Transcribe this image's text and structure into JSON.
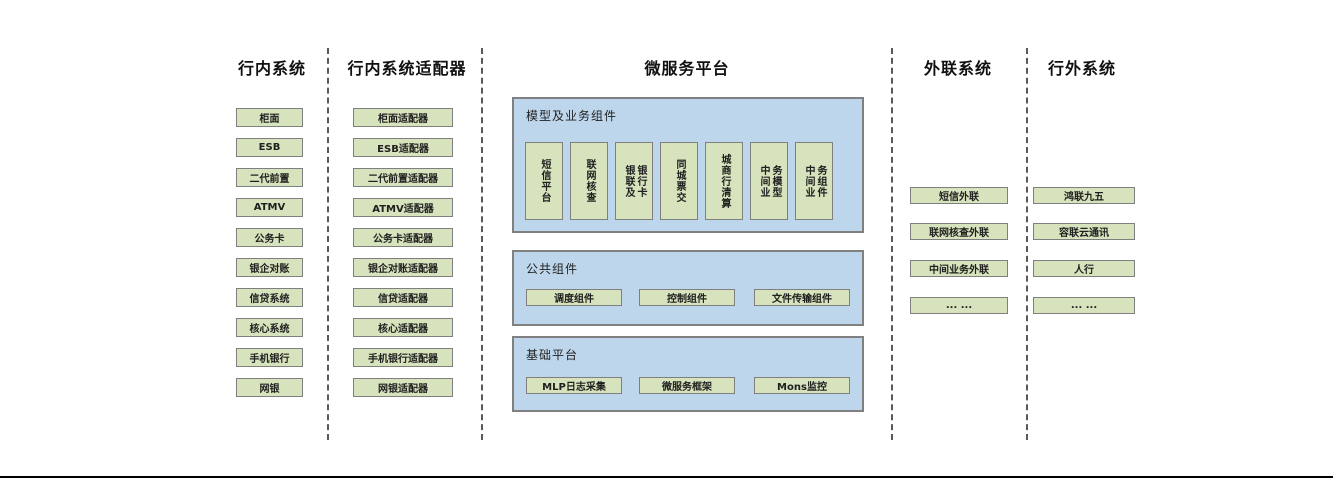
{
  "diagram": {
    "columns": [
      {
        "title": "行内系统",
        "items": [
          "柜面",
          "ESB",
          "二代前置",
          "ATMV",
          "公务卡",
          "银企对账",
          "信贷系统",
          "核心系统",
          "手机银行",
          "网银"
        ]
      },
      {
        "title": "行内系统适配器",
        "items": [
          "柜面适配器",
          "ESB适配器",
          "二代前置适配器",
          "ATMV适配器",
          "公务卡适配器",
          "银企对账适配器",
          "信贷适配器",
          "核心适配器",
          "手机银行适配器",
          "网银适配器"
        ]
      },
      {
        "title": "微服务平台",
        "groups": [
          {
            "title": "模型及业务组件",
            "items": [
              "短信平台",
              "联网核查",
              "银联及\n银行卡",
              "同城票交",
              "城商行清算",
              "中间业\n务模型",
              "中间业\n务组件"
            ]
          },
          {
            "title": "公共组件",
            "items": [
              "调度组件",
              "控制组件",
              "文件传输组件"
            ]
          },
          {
            "title": "基础平台",
            "items": [
              "MLP日志采集",
              "微服务框架",
              "Mons监控"
            ]
          }
        ]
      },
      {
        "title": "外联系统",
        "items": [
          "短信外联",
          "联网核查外联",
          "中间业务外联",
          "... ..."
        ]
      },
      {
        "title": "行外系统",
        "items": [
          "鸿联九五",
          "容联云通讯",
          "人行",
          "... ..."
        ]
      }
    ],
    "colors": {
      "box_fill": "#d6e3bc",
      "box_border": "#7f7f7f",
      "panel_fill": "#bdd6ec",
      "panel_border": "#808080",
      "separator": "#595959",
      "baseline": "#000000"
    }
  }
}
